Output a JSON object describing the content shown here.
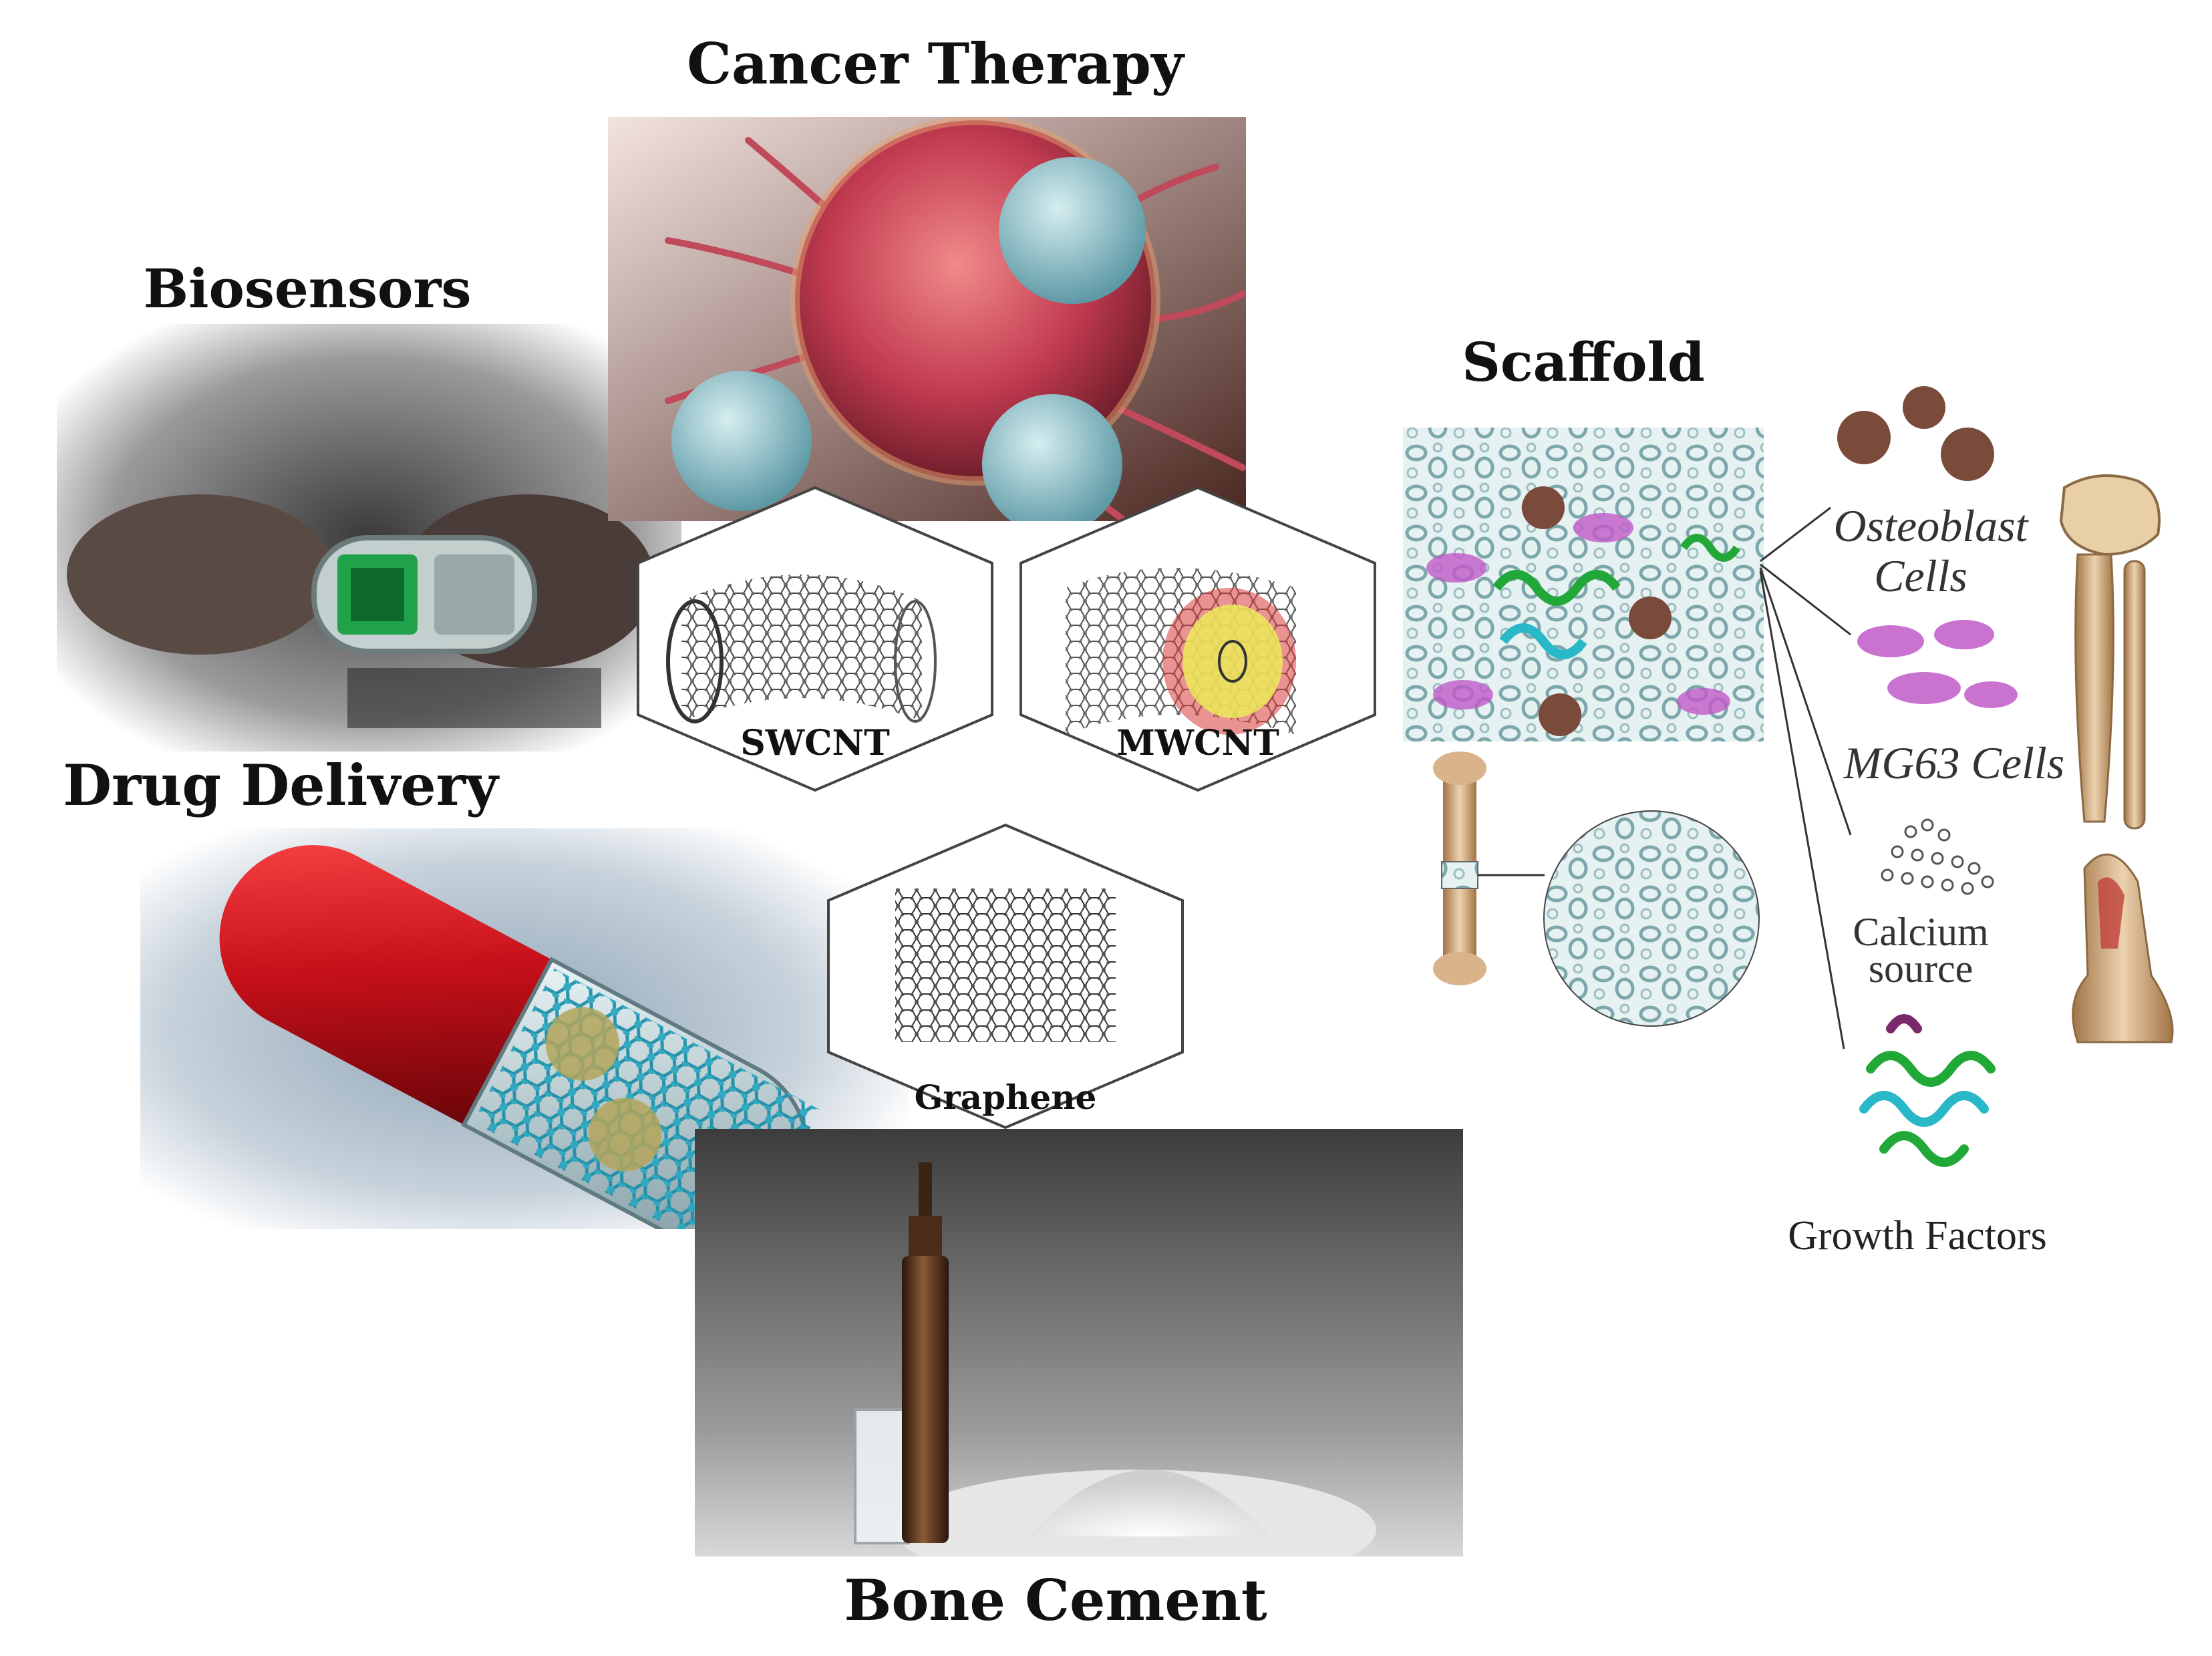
{
  "headings": {
    "cancer_therapy": "Cancer Therapy",
    "biosensors": "Biosensors",
    "drug_delivery": "Drug Delivery",
    "bone_cement": "Bone Cement",
    "scaffold": "Scaffold"
  },
  "materials": {
    "swcnt": "SWCNT",
    "mwcnt": "MWCNT",
    "graphene": "Graphene"
  },
  "scaffold_components": {
    "osteoblast_line1": "Osteoblast",
    "osteoblast_line2": "Cells",
    "mg63": "MG63 Cells",
    "calcium_line1": "Calcium",
    "calcium_line2": "source",
    "growth_factors": "Growth Factors"
  },
  "colors": {
    "cancer_cell": "#b23a4a",
    "t_cell": "#7fb7c0",
    "drug_capsule_red": "#c8101a",
    "nanotube_teal": "#1f8fa8",
    "osteoblast_brown": "#7a4a3a",
    "mg63_magenta": "#c05ac8",
    "protein_green": "#22a838",
    "protein_cyan": "#28b8c8",
    "bone": "#d9b48a"
  }
}
